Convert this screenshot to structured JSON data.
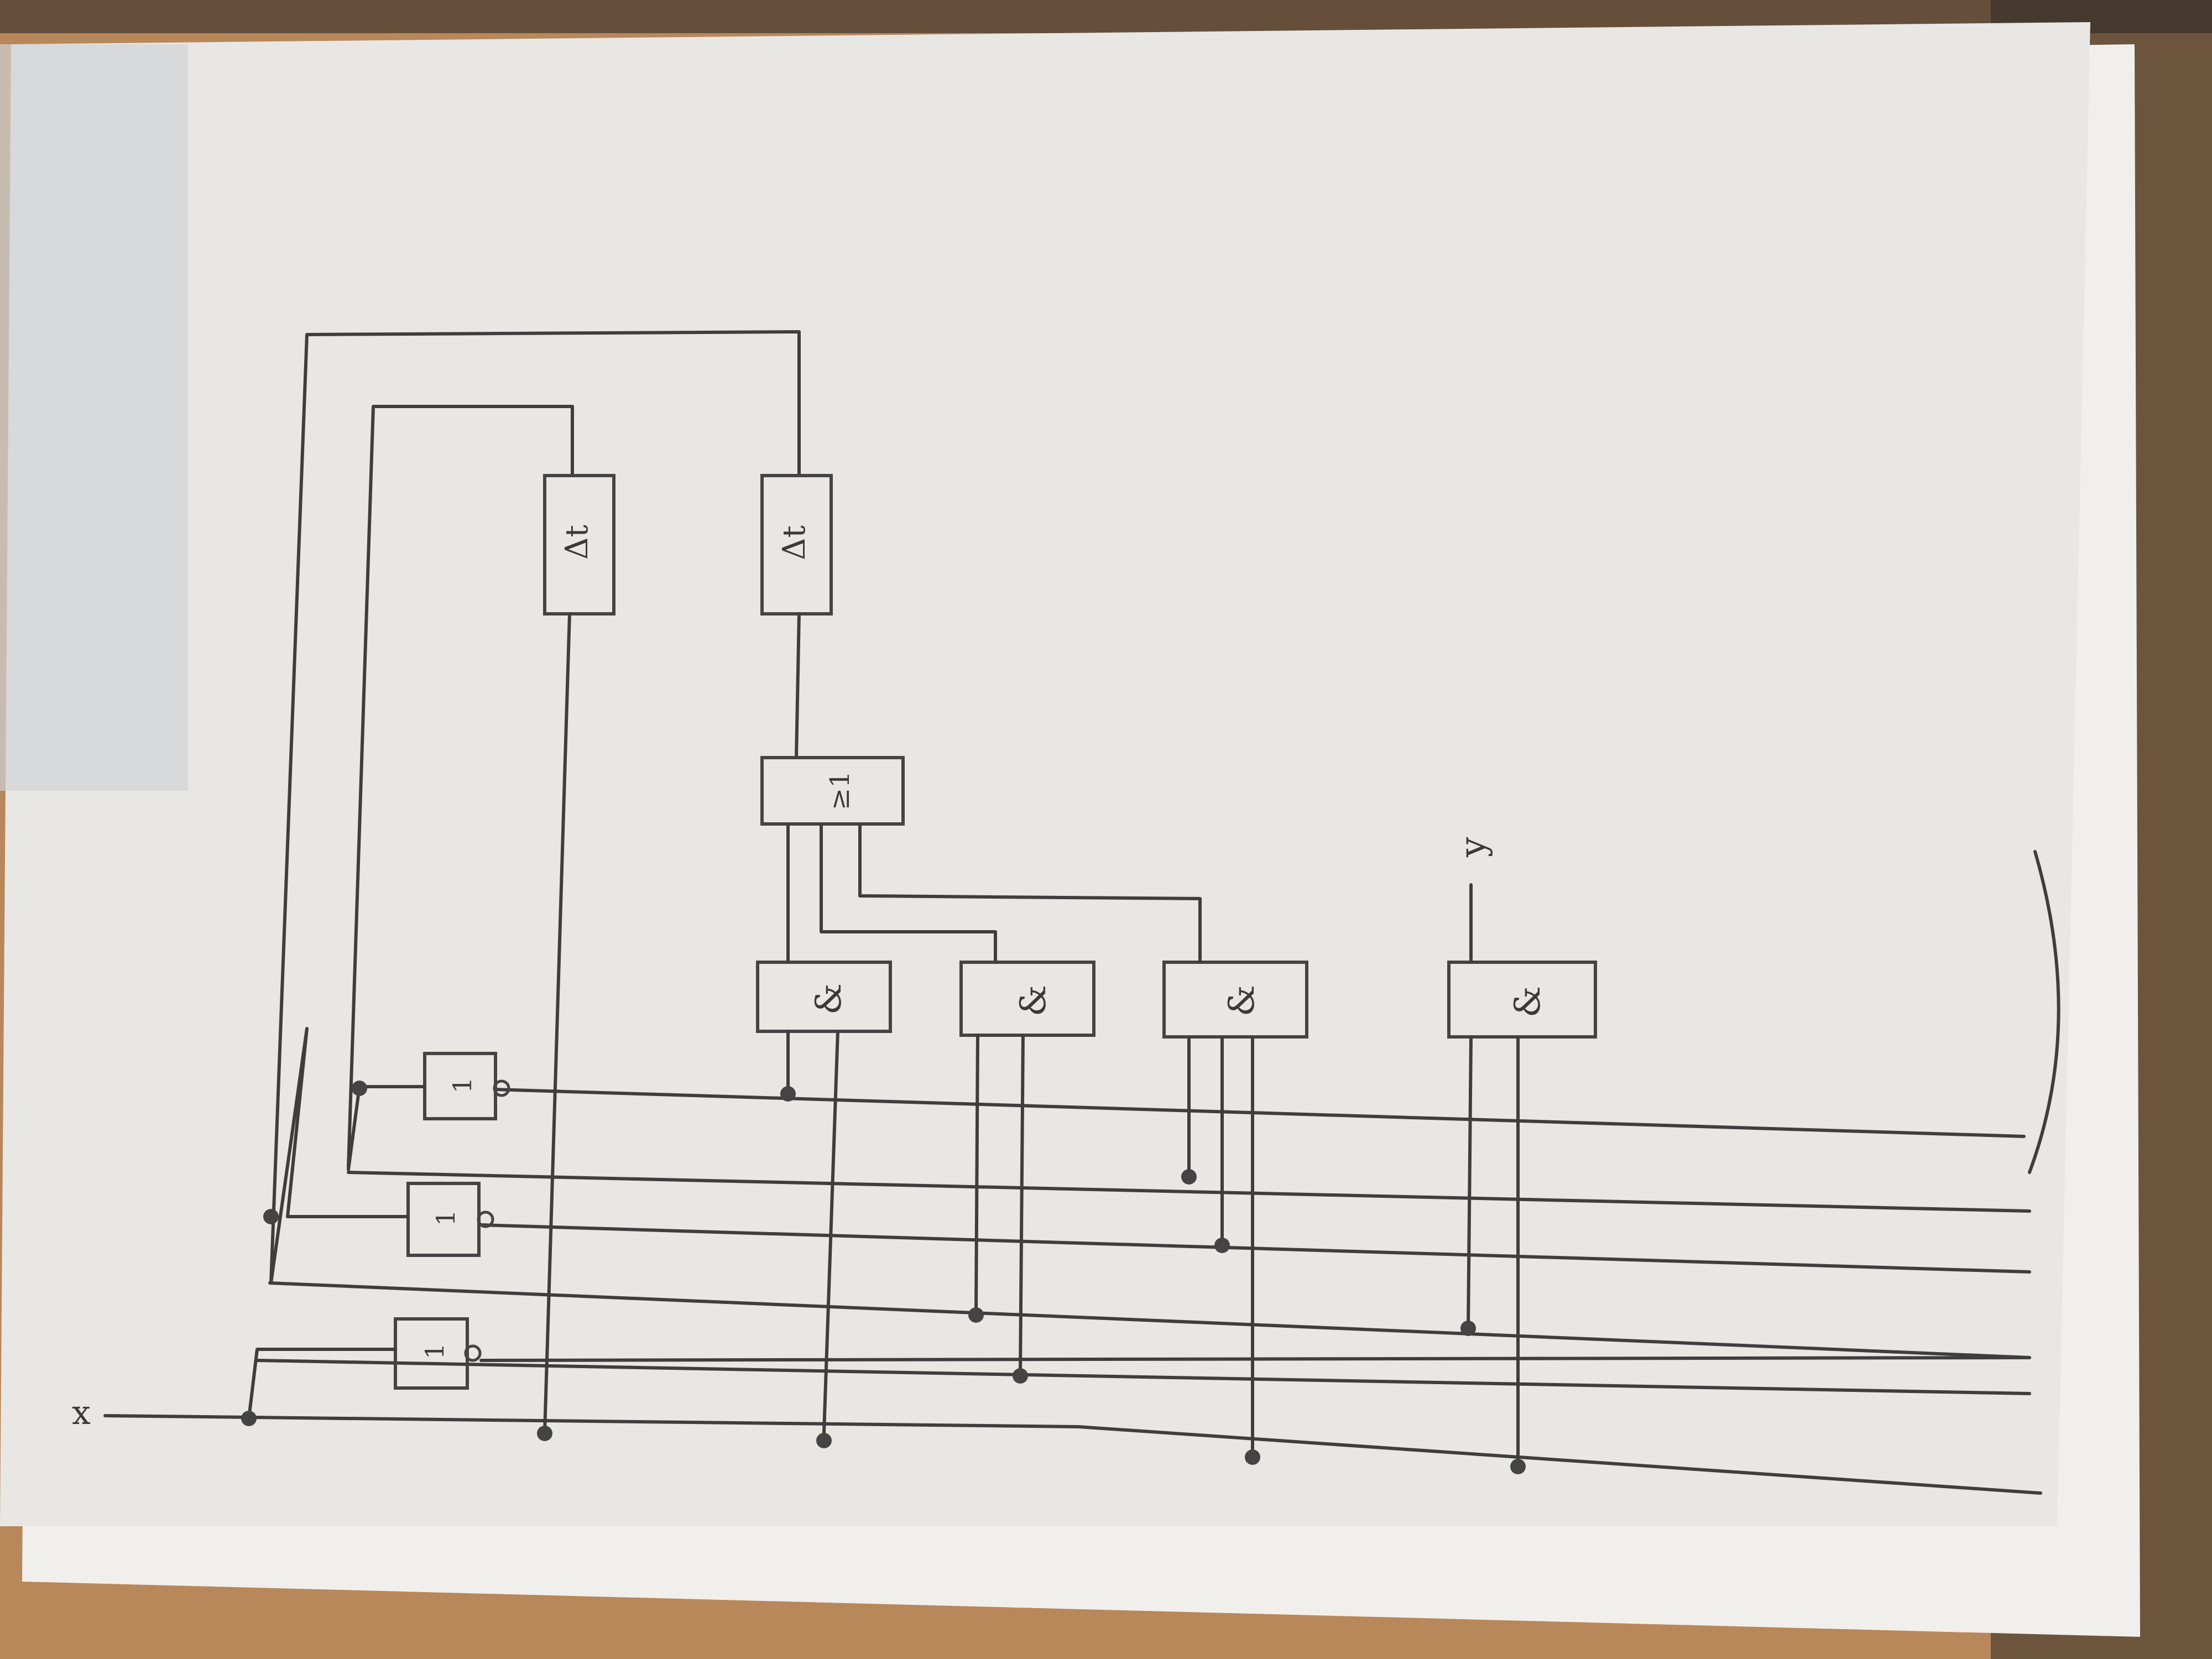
{
  "colors": {
    "paper": "#e9e7e3",
    "table": "#b8875a",
    "pencil": "#3e3e3e"
  },
  "diagram": {
    "input_label": "x",
    "output_label": "y",
    "delay_symbol": "Δt",
    "nand_symbol": "&",
    "compare_symbol": "≥1",
    "inverter_symbol": "1"
  }
}
